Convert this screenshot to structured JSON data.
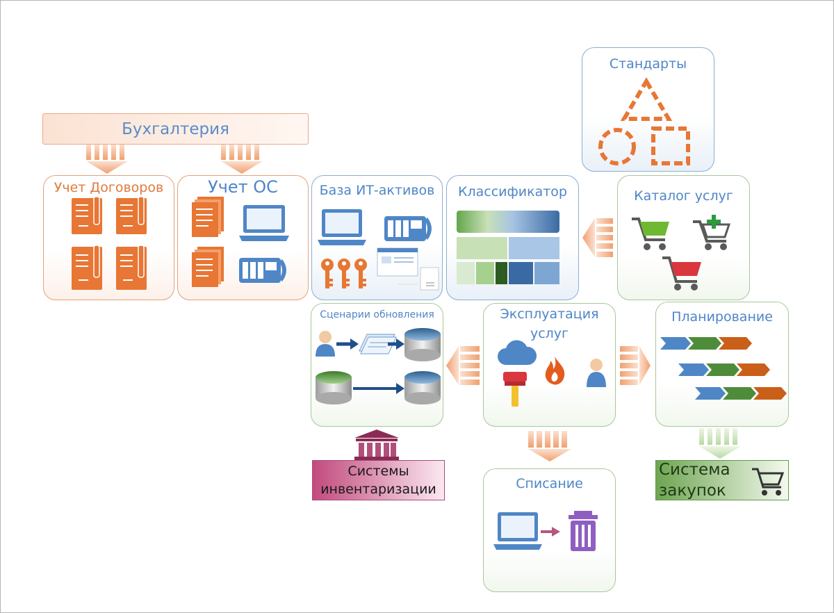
{
  "diagram": {
    "accounting": "Бухгалтерия",
    "contracts": "Учет Договоров",
    "fixed_assets": "Учет ОС",
    "it_assets_db": "База ИТ-активов",
    "classifier": "Классификатор",
    "standards": "Стандарты",
    "service_catalog": "Каталог услуг",
    "update_scenarios": "Сценарии обновления",
    "service_operation_line1": "Эксплуатация",
    "service_operation_line2": "услуг",
    "planning": "Планирование",
    "inventory_line1": "Системы",
    "inventory_line2": "инвентаризации",
    "write_off": "Списание",
    "procurement_line1": "Система",
    "procurement_line2": "закупок"
  },
  "colors": {
    "orange": "#e87634",
    "blue": "#4f86c6",
    "green": "#4e8c3a",
    "maroon": "#8b2b55",
    "purple": "#8e5fc1",
    "red": "#d9363e"
  }
}
